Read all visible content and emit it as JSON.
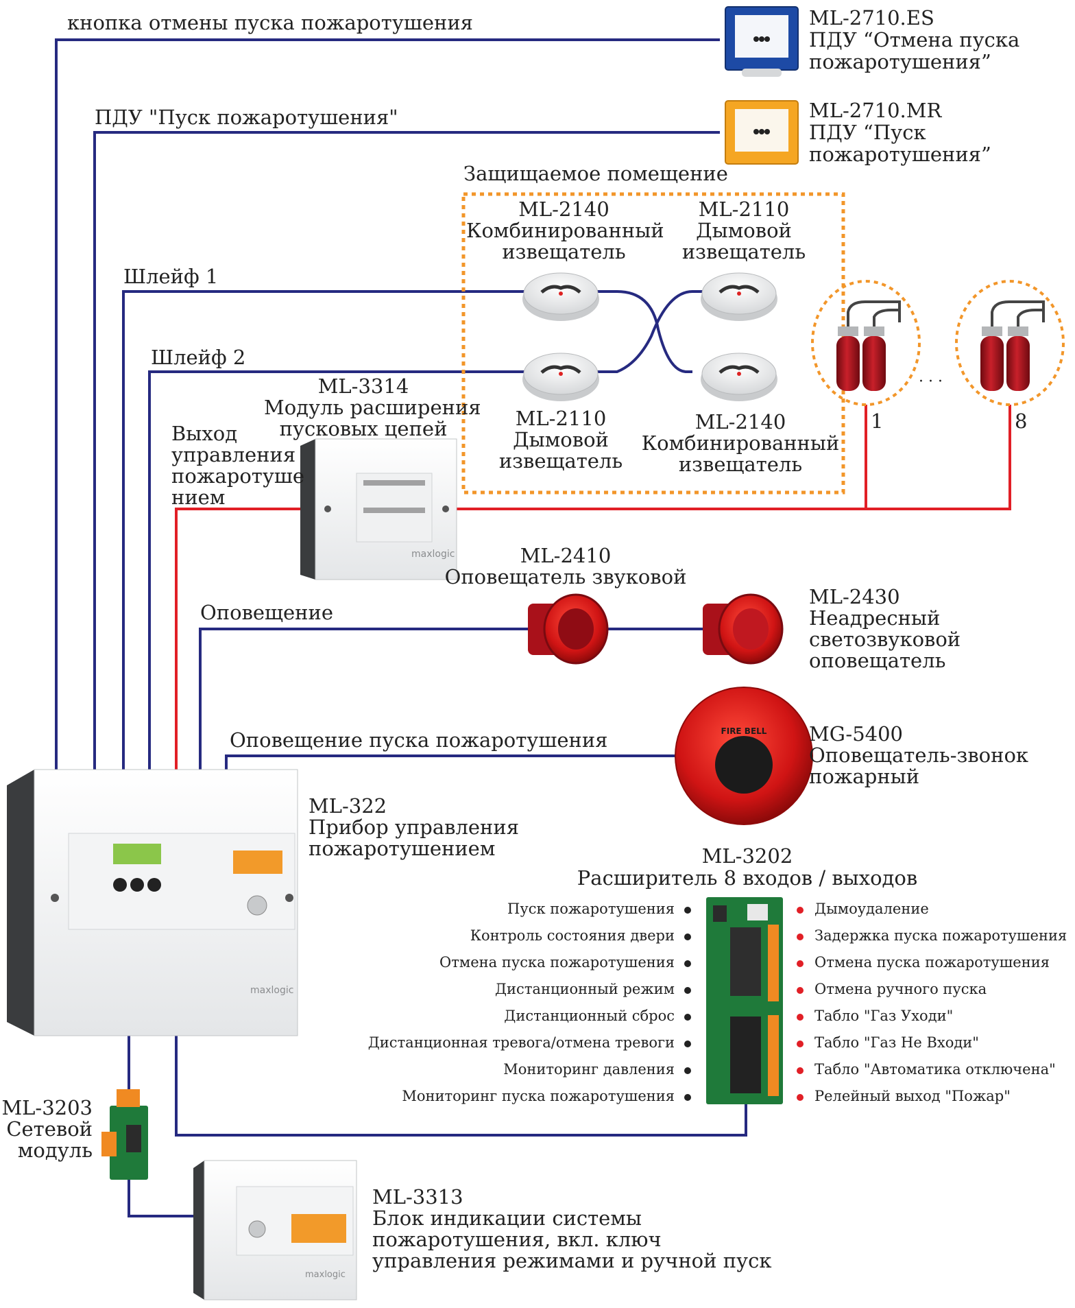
{
  "colors": {
    "wire": "#262a80",
    "power": "#e11f26",
    "zone": "#f2962a",
    "dot_in": "#222222",
    "dot_out": "#e11f26"
  },
  "wire_labels": {
    "abort": "кнопка отмены пуска пожаротушения",
    "start": "ПДУ \"Пуск пожаротушения\"",
    "loop1": "Шлейф 1",
    "loop2": "Шлейф 2",
    "control_out": [
      "Выход",
      "управления",
      "пожаротуше",
      "нием"
    ],
    "sounder": "Оповещение",
    "release_alarm": "Оповещение пуска пожаротушения"
  },
  "devices": {
    "ml2710es": [
      "ML-2710.ES",
      "ПДУ “Отмена пуска",
      "пожаротушения”"
    ],
    "ml2710mr": [
      "ML-2710.MR",
      "ПДУ “Пуск",
      "пожаротушения”"
    ],
    "zone_title": "Защищаемое помещение",
    "ml2140_top": [
      "ML-2140",
      "Комбинированный",
      "извещатель"
    ],
    "ml2110_top": [
      "ML-2110",
      "Дымовой",
      "извещатель"
    ],
    "ml2110_bot": [
      "ML-2110",
      "Дымовой",
      "извещатель"
    ],
    "ml2140_bot": [
      "ML-2140",
      "Комбинированный",
      "извещатель"
    ],
    "ml3314": [
      "ML-3314",
      "Модуль расширения",
      "пусковых цепей"
    ],
    "ml2410": [
      "ML-2410",
      "Оповещатель звуковой"
    ],
    "ml2430": [
      "ML-2430",
      "Неадресный",
      "светозвуковой",
      "оповещатель"
    ],
    "mg5400": [
      "MG-5400",
      "Оповещатель-звонок",
      "пожарный"
    ],
    "ml322": [
      "ML-322",
      "Прибор управления",
      "пожаротушением"
    ],
    "ml3202": [
      "ML-3202",
      "Расширитель 8 входов / выходов"
    ],
    "ml3203": [
      "ML-3203",
      "Сетевой",
      "модуль"
    ],
    "ml3313": [
      "ML-3313",
      "Блок индикации системы",
      "пожаротушения, вкл. ключ",
      "управления режимами и ручной пуск"
    ]
  },
  "cylinders": {
    "first": "1",
    "last": "8",
    "ellipsis": "· · ·"
  },
  "device_text": {
    "brand": "maxlogic",
    "fire_bell": "FIRE BELL"
  },
  "inputs": [
    "Пуск пожаротушения",
    "Контроль состояния двери",
    "Отмена пуска пожаротушения",
    "Дистанционный режим",
    "Дистанционный сброс",
    "Дистанционная тревога/отмена тревоги",
    "Мониторинг давления",
    "Мониторинг пуска пожаротушения"
  ],
  "outputs": [
    "Дымоудаление",
    "Задержка пуска пожаротушения",
    "Отмена пуска пожаротушения",
    "Отмена ручного пуска",
    "Табло \"Газ Уходи\"",
    "Табло \"Газ Не Входи\"",
    "Табло \"Автоматика отключена\"",
    "Релейный выход \"Пожар\""
  ]
}
